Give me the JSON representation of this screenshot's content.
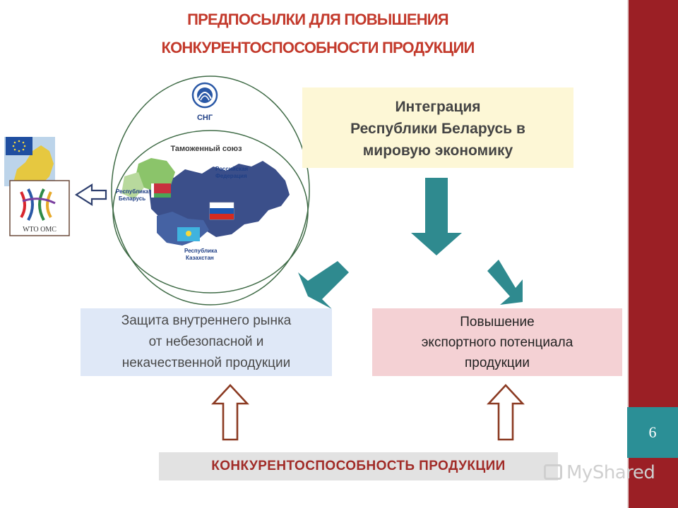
{
  "title": {
    "line1": "ПРЕДПОСЫЛКИ ДЛЯ ПОВЫШЕНИЯ",
    "line2": "КОНКУРЕНТОСПОСОБНОСТИ ПРОДУКЦИИ"
  },
  "map_labels": {
    "cis": "СНГ",
    "customs_union": "Таможенный союз",
    "russia": [
      "Российская",
      "Федерация"
    ],
    "belarus": [
      "Республика",
      "Беларусь"
    ],
    "kazakhstan": [
      "Республика",
      "Казахстан"
    ]
  },
  "wto_logo_text": "WTO OMC",
  "boxes": {
    "integration": [
      "Интеграция",
      "Республики Беларусь в",
      "мировую экономику"
    ],
    "protection": [
      "Защита внутреннего рынка",
      "от небезопасной и",
      "некачественной продукции"
    ],
    "export": [
      "Повышение",
      "экспортного потенциала",
      "продукции"
    ],
    "competitiveness": "КОНКУРЕНТОСПОСОБНОСТЬ ПРОДУКЦИИ"
  },
  "page_number": "6",
  "watermark": "MyShared",
  "colors": {
    "title": "#c33a2c",
    "accent_band": "#9b1f25",
    "page_box": "#2b8f96",
    "teal_arrow": "#2f8a8f",
    "brown_arrow": "#8b3a22"
  }
}
